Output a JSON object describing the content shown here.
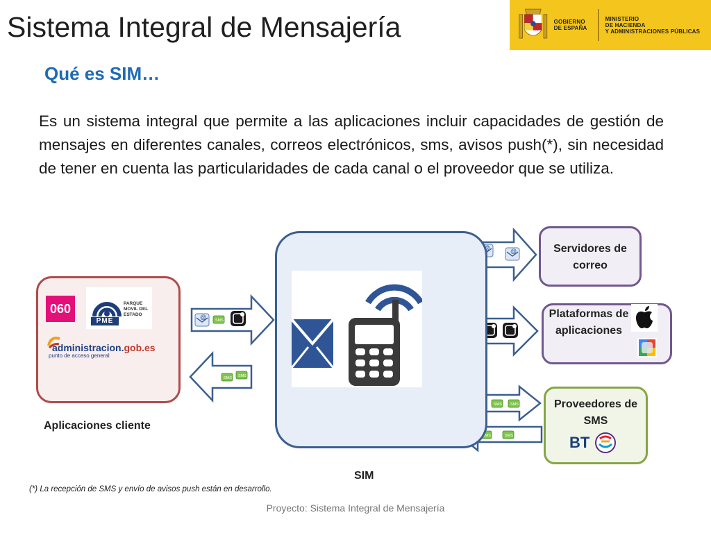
{
  "header": {
    "title": "Sistema Integral de Mensajería",
    "gov_line1": "GOBIERNO",
    "gov_line2": "DE ESPAÑA",
    "ministry_line1": "MINISTERIO",
    "ministry_line2": "DE HACIENDA",
    "ministry_line3": "Y ADMINISTRACIONES PÚBLICAS"
  },
  "subtitle": "Qué es SIM…",
  "description": "Es un sistema integral que permite a las aplicaciones incluir capacidades de gestión de mensajes en diferentes canales, correos electrónicos, sms, avisos push(*),  sin necesidad de tener en cuenta las particularidades de cada  canal o el proveedor que se utiliza.",
  "diagram": {
    "client_apps": {
      "caption": "Aplicaciones cliente",
      "logo_060": "060",
      "pme_name": "PARQUE MOVIL DEL ESTADO",
      "pme_short": "PME",
      "admin_logo_main": "administracion.",
      "admin_logo_domain": "gob.es",
      "admin_logo_sub": "punto de acceso general"
    },
    "sim_caption": "SIM",
    "mail_servers": "Servidores de correo",
    "app_platforms": "Plataformas de aplicaciones",
    "sms_providers": "Proveedores de SMS",
    "sms_token": "SMS",
    "bt_logo": "BT"
  },
  "footnote": "(*) La recepción de SMS y  envío de avisos push están en desarrollo.",
  "footer": "Proyecto: Sistema Integral de Mensajería",
  "colors": {
    "title_blue": "#1f6bb5",
    "banner_yellow": "#f4c51c",
    "client_border": "#b04a4a",
    "sim_border": "#3b5f90",
    "platform_border": "#70588f",
    "sms_border": "#86a545"
  }
}
